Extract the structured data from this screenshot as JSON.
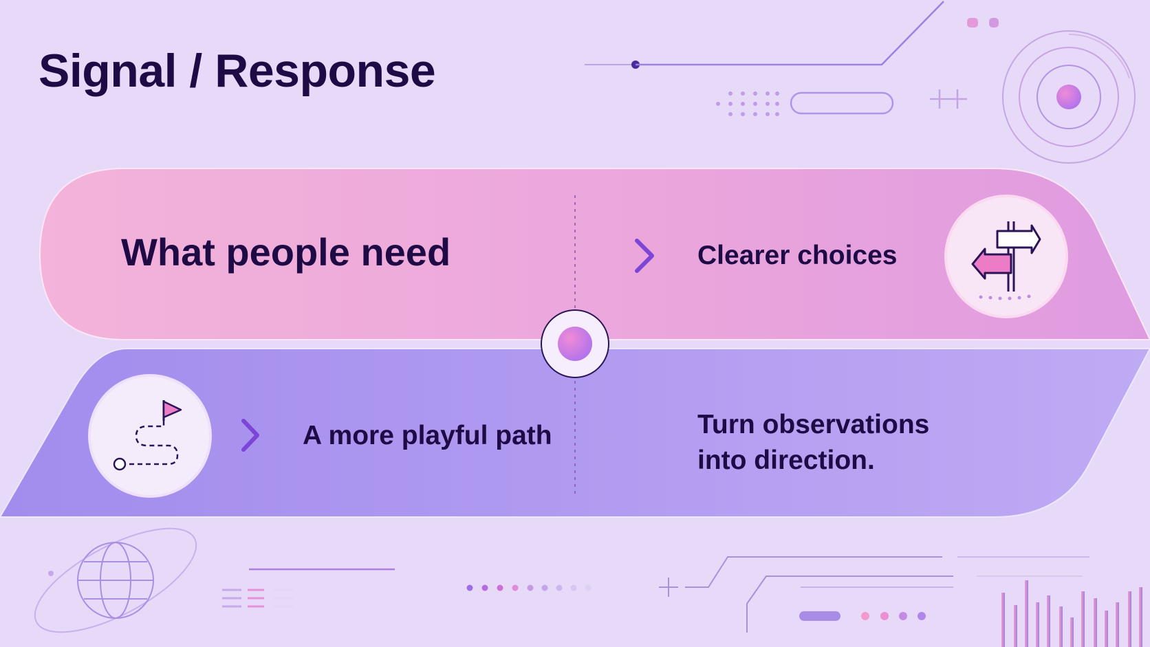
{
  "title": "Signal / Response",
  "top_band": {
    "label": "What people need",
    "response": "Clearer choices",
    "response_icon": "signpost-icon",
    "color_start": "#f1aedb",
    "color_end": "#e39be0"
  },
  "bottom_band": {
    "label": "A more playful path",
    "label_icon": "winding-path-flag-icon",
    "response_line1": "Turn observations",
    "response_line2": "into direction.",
    "color_start": "#a690ee",
    "color_end": "#bca8f4"
  },
  "accent": "#7c45d8",
  "text_color": "#1e0b46"
}
